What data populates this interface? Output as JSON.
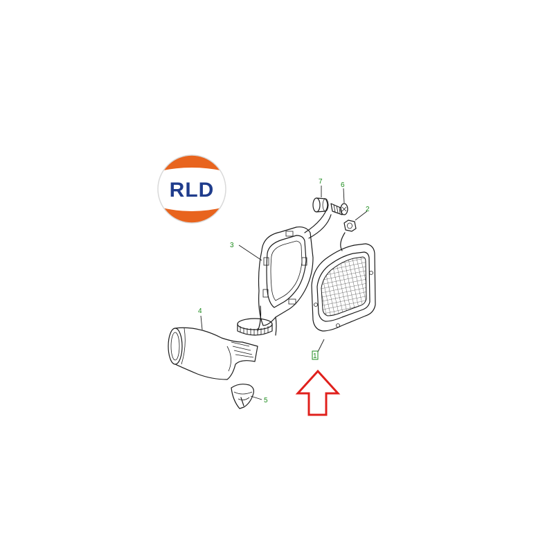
{
  "logo": {
    "text": "RLD",
    "colors": {
      "orange": "#e8641e",
      "navy": "#1f3c8c",
      "white": "#ffffff"
    }
  },
  "callouts": [
    "7",
    "6",
    "2",
    "3",
    "4",
    "5",
    "1"
  ],
  "colors": {
    "callout_text": "#1a8a1a",
    "arrow": "#e0201c",
    "line": "#1a1a1a"
  }
}
